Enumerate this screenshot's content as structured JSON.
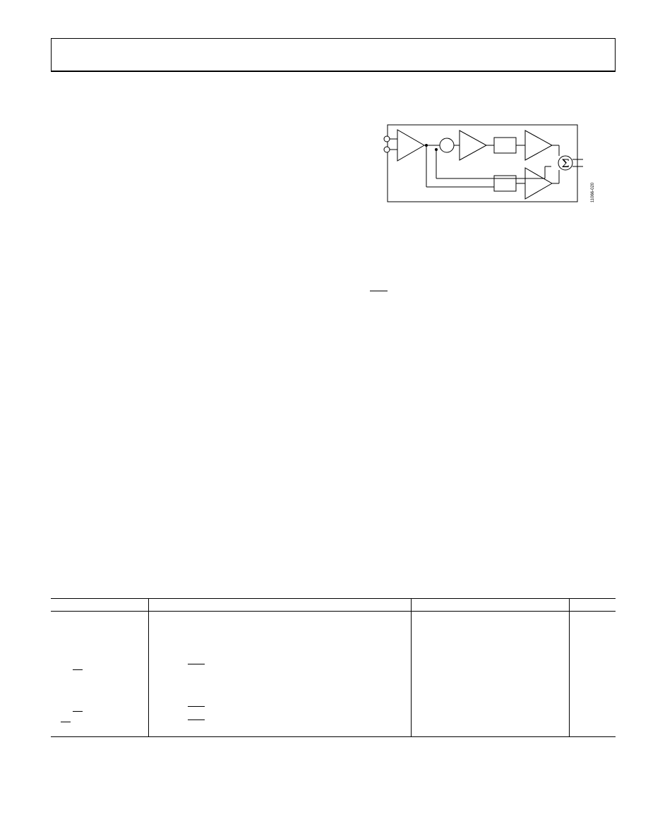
{
  "document": {
    "diagram": {
      "sum_symbol": "Σ",
      "figure_number": "11066-020"
    },
    "table": {
      "columns": 4,
      "rows": []
    }
  }
}
